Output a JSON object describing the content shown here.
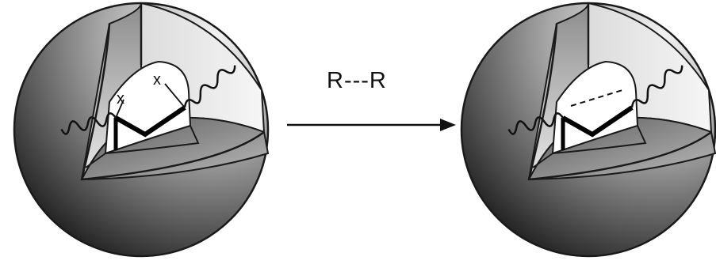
{
  "diagram": {
    "reaction": {
      "label": "R---R"
    },
    "left_sphere": {
      "crosslink_labels": [
        "x",
        "x"
      ],
      "state": "before-crosslink"
    },
    "right_sphere": {
      "state": "crosslinked",
      "linkage": "dashed"
    }
  },
  "colors": {
    "outline": "#1a1a1a",
    "shell_dark": "#2a2a2a",
    "shell_light": "#f2f2f2",
    "cavity": "#ffffff"
  }
}
